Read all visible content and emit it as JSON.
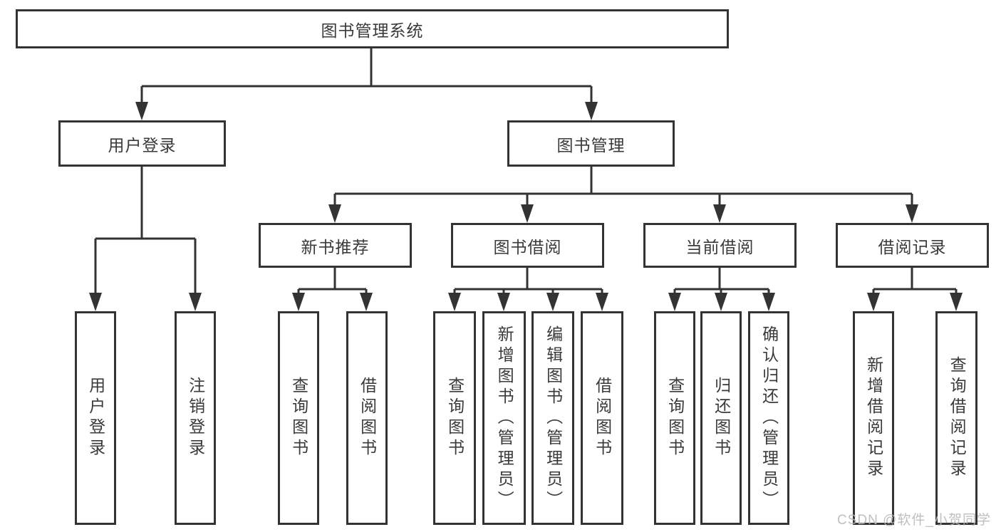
{
  "colors": {
    "line": "#333333",
    "box_border": "#333333",
    "text": "#3a3a3a",
    "background": "#ffffff",
    "watermark": "#b9b9b9"
  },
  "tree": {
    "root": {
      "label": "图书管理系统",
      "children": [
        {
          "label": "用户登录",
          "children": [
            {
              "label": "用户登录"
            },
            {
              "label": "注销登录"
            }
          ]
        },
        {
          "label": "图书管理",
          "children": [
            {
              "label": "新书推荐",
              "children": [
                {
                  "label": "查询图书"
                },
                {
                  "label": "借阅图书"
                }
              ]
            },
            {
              "label": "图书借阅",
              "children": [
                {
                  "label": "查询图书"
                },
                {
                  "label": "新增图书（管理员）"
                },
                {
                  "label": "编辑图书（管理员）"
                },
                {
                  "label": "借阅图书"
                }
              ]
            },
            {
              "label": "当前借阅",
              "children": [
                {
                  "label": "查询图书"
                },
                {
                  "label": "归还图书"
                },
                {
                  "label": "确认归还（管理员）"
                }
              ]
            },
            {
              "label": "借阅记录",
              "children": [
                {
                  "label": "新增借阅记录"
                },
                {
                  "label": "查询借阅记录"
                }
              ]
            }
          ]
        }
      ]
    }
  },
  "watermark": {
    "text": "CSDN @软件_小贺同学"
  }
}
